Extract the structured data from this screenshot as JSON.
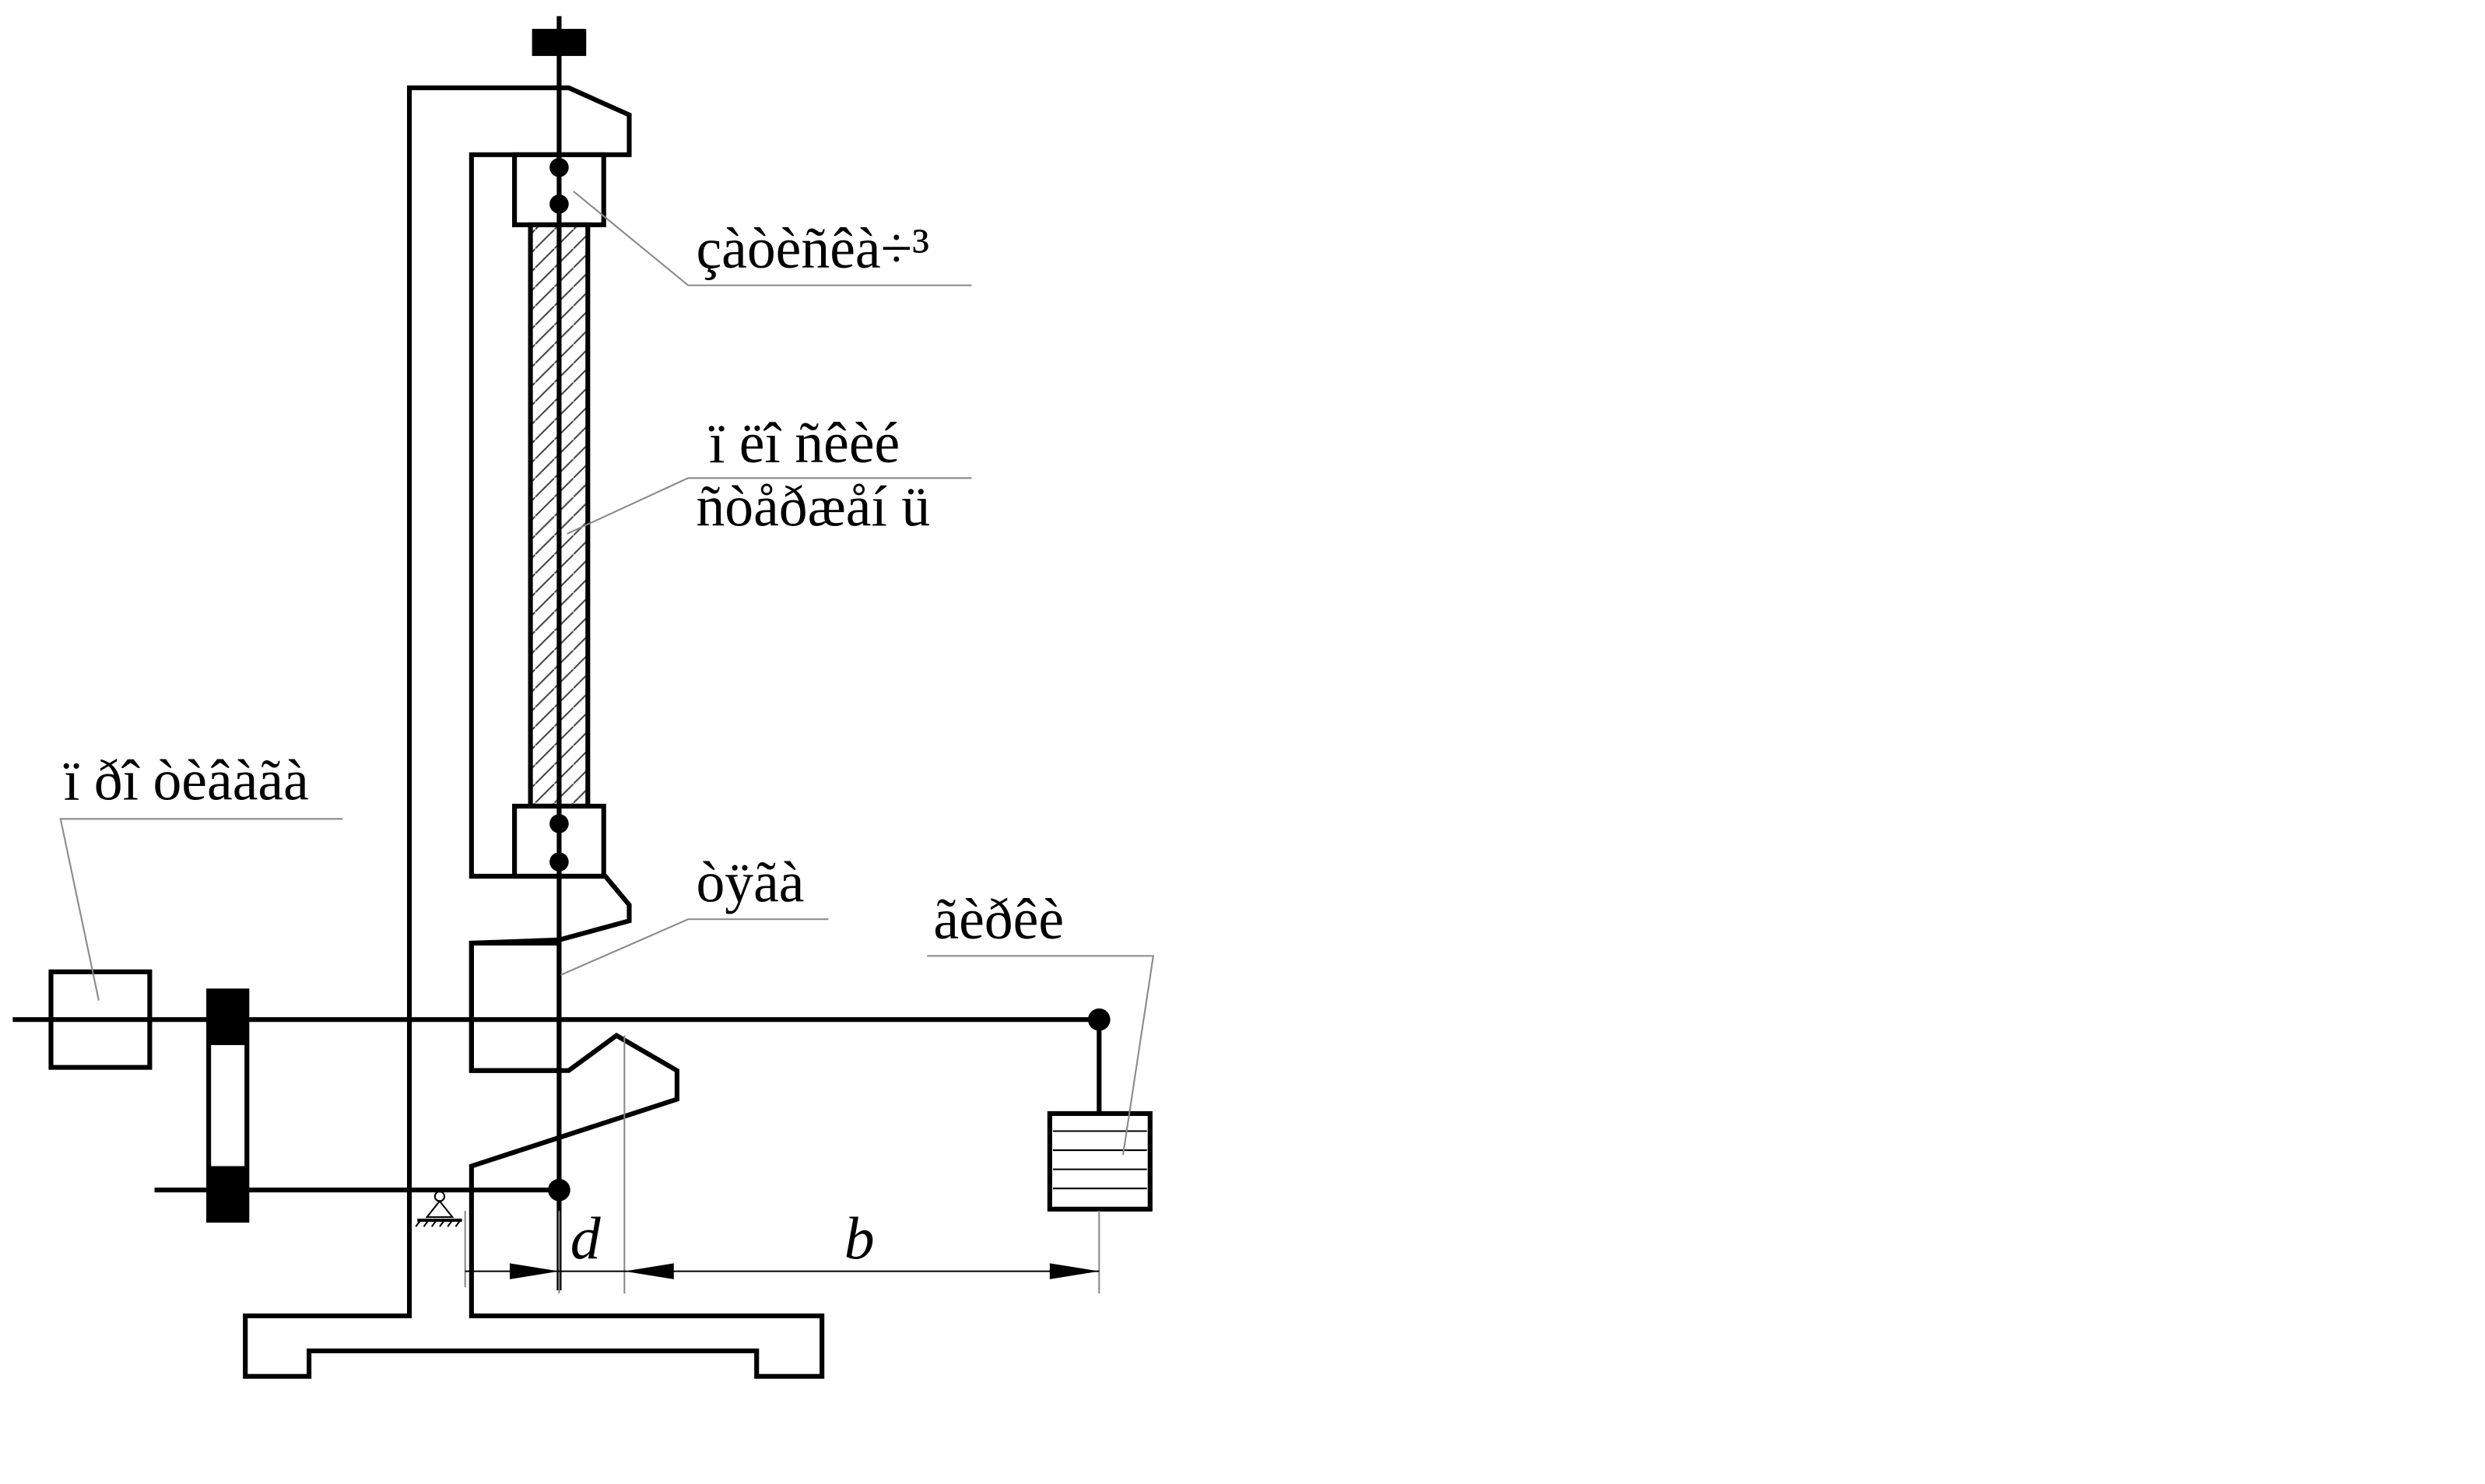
{
  "labels": {
    "clamp_top": "çàòèñêà÷³",
    "specimen_line1": "ï ëî ñêèé",
    "specimen_line2": "ñòåðæåí ü",
    "counterweight": "ï ðî òèâàãà",
    "rod": "òÿãà",
    "weights": "ãèðêè"
  },
  "dimensions": {
    "d": "d",
    "b": "b"
  },
  "colors": {
    "line": "#000000",
    "hatch": "#444444",
    "leader": "#888888",
    "background": "#ffffff"
  }
}
